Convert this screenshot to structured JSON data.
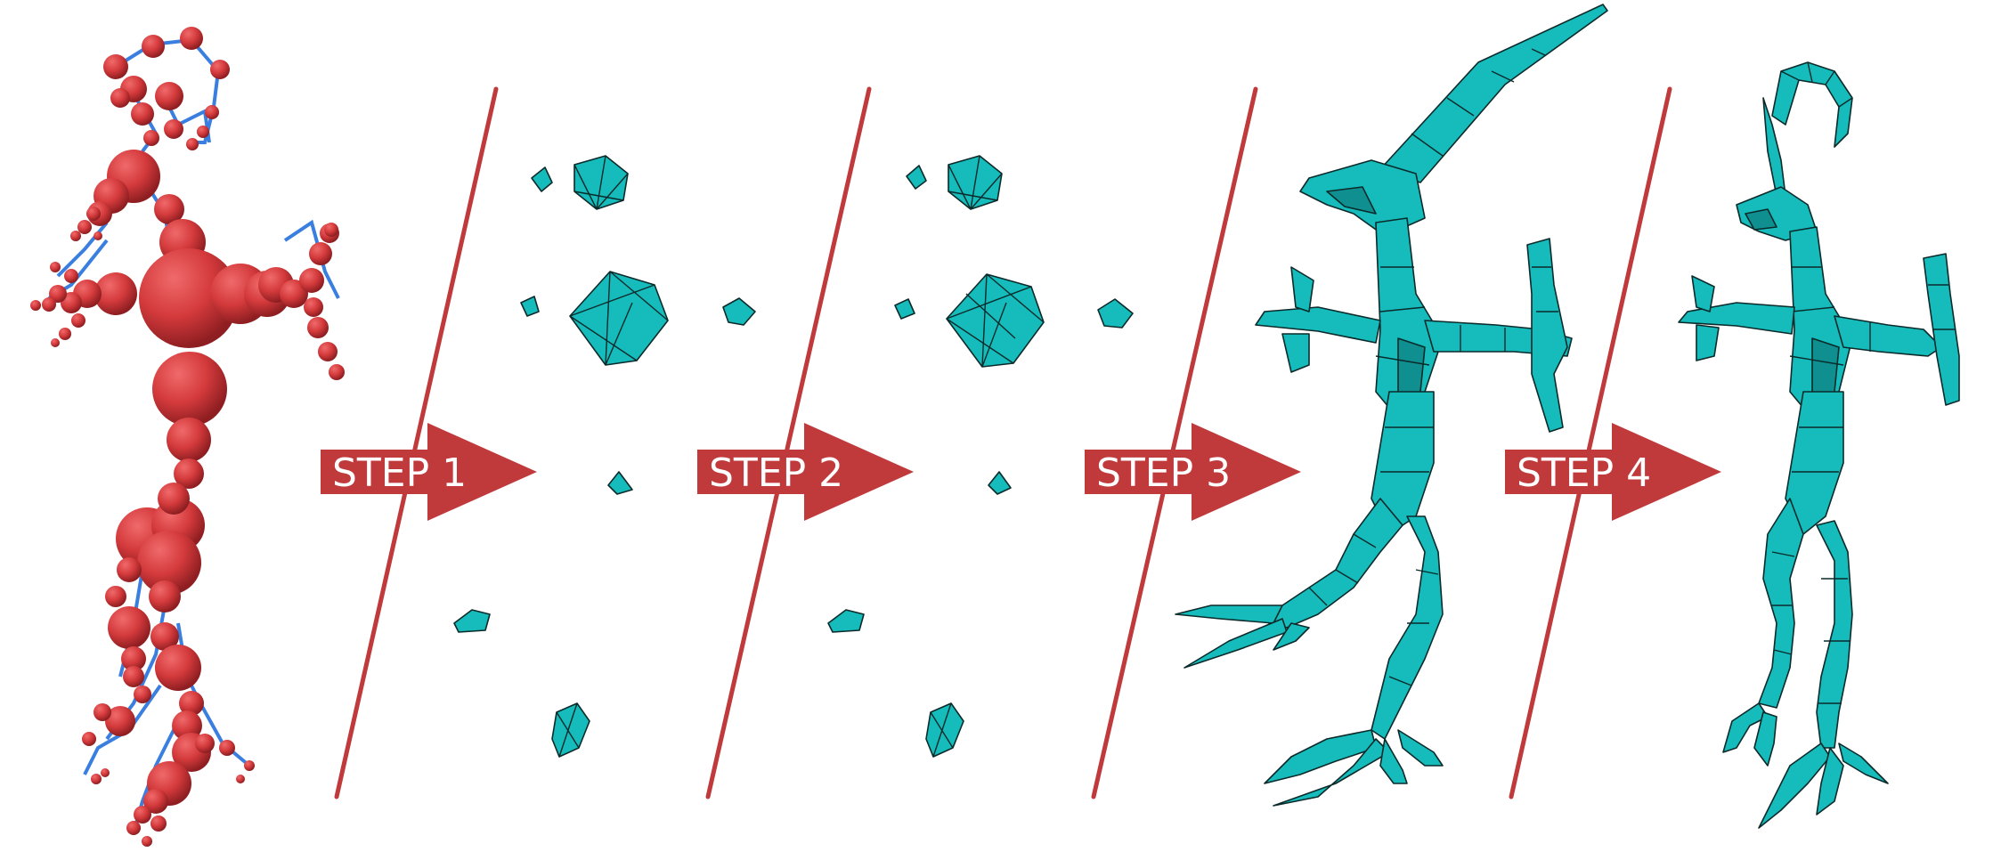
{
  "steps": [
    {
      "label": "STEP 1"
    },
    {
      "label": "STEP 2"
    },
    {
      "label": "STEP 3"
    },
    {
      "label": "STEP 4"
    }
  ],
  "colors": {
    "arrow": "#c0393b",
    "divider": "#c0393b",
    "sphere": "#d43a3c",
    "skeleton_link": "#3a7fe0",
    "mesh": "#16bcbc",
    "mesh_edge": "#0b2a2a"
  }
}
